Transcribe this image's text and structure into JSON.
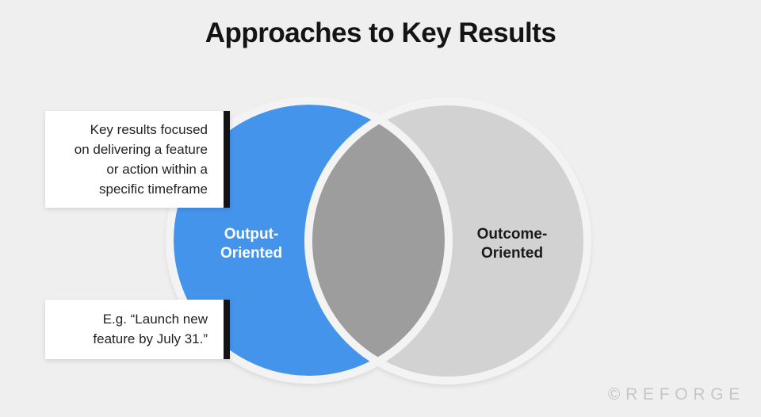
{
  "title": "Approaches to Key Results",
  "venn": {
    "output_circle": {
      "lines": [
        "Output-",
        "Oriented"
      ],
      "fill": "#4494ec",
      "text_color": "#ffffff"
    },
    "outcome_circle": {
      "lines": [
        "Outcome-",
        "Oriented"
      ],
      "fill": "#d2d2d2",
      "text_color": "#1a1a1a"
    },
    "overlap_fill": "#9d9d9d",
    "gap_color": "#f3f3f3"
  },
  "callouts": [
    {
      "lines": [
        "Key results focused",
        "on delivering a feature",
        "or action within a",
        "specific timeframe"
      ]
    },
    {
      "lines": [
        "E.g. “Launch new",
        "feature by July 31.”"
      ]
    }
  ],
  "watermark": "©REFORGE",
  "colors": {
    "background": "#efefef",
    "title": "#141414",
    "callout_bar": "#141414",
    "watermark": "#c6c6c6"
  }
}
